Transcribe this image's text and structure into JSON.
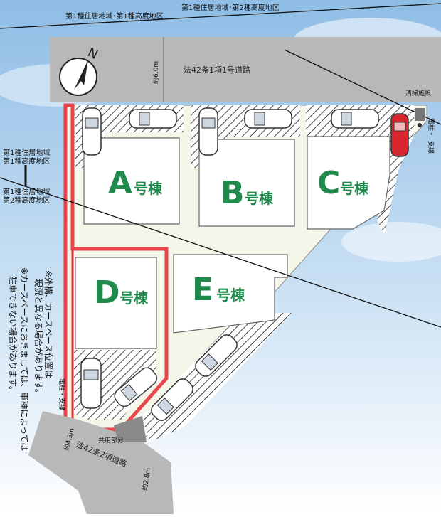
{
  "zones": {
    "top": "第1種住居地域･第1種高度地区",
    "top_right": "第1種住居地域･第2種高度地区",
    "left_upper_1": "第1種住居地域",
    "left_upper_2": "第1種高度地区",
    "left_lower_1": "第1種住居地域",
    "left_lower_2": "第2種高度地区"
  },
  "roads": {
    "top_road": "法42条1項1号道路",
    "top_width": "約6.0m",
    "bottom_road": "法42条2項道路",
    "bottom_width_left": "約4.3m",
    "bottom_width_right": "約2.8m",
    "shared": "共用部分"
  },
  "compass": {
    "label": "N"
  },
  "facilities": {
    "septic": "清掃施設",
    "pole_right_1": "電柱・",
    "pole_right_2": "支線",
    "pole_left": "電柱・支線"
  },
  "buildings": [
    {
      "letter": "A",
      "suffix": "号棟"
    },
    {
      "letter": "B",
      "suffix": "号棟"
    },
    {
      "letter": "C",
      "suffix": "号棟"
    },
    {
      "letter": "D",
      "suffix": "号棟"
    },
    {
      "letter": "E",
      "suffix": "号棟"
    }
  ],
  "notes": {
    "note1": [
      "※外構、カースペース位置は",
      "現況と異なる場合があります。"
    ],
    "note2": [
      "※カースペースにおきましては、車種によっては",
      "駐車できない場合があります。"
    ]
  },
  "colors": {
    "road": "#b8b8b8",
    "site": "#f4f6ea",
    "building_text": "#1f8a4c",
    "highlight": "#e8323a",
    "sky": "#9cc6ea"
  }
}
